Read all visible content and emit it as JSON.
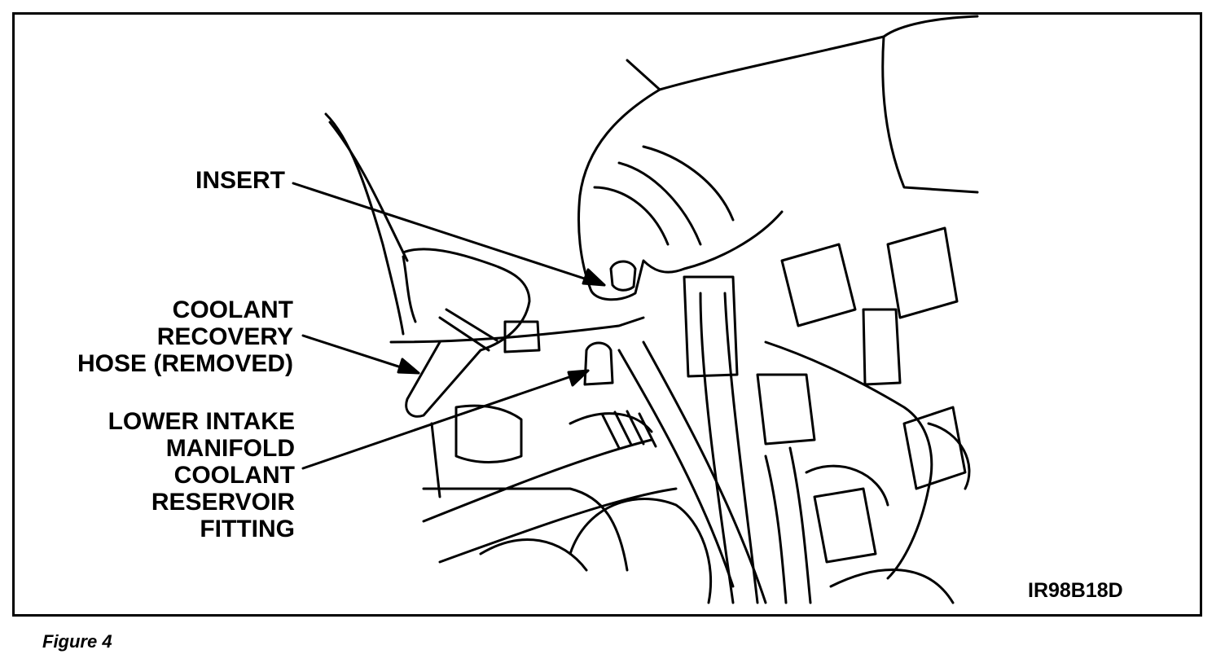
{
  "callouts": {
    "insert": "INSERT",
    "coolant_hose": [
      "COOLANT",
      "RECOVERY",
      "HOSE (REMOVED)"
    ],
    "fitting": [
      "LOWER INTAKE",
      "MANIFOLD",
      "COOLANT",
      "RESERVOIR",
      "FITTING"
    ]
  },
  "figure_id": "IR98B18D",
  "caption": "Figure 4"
}
